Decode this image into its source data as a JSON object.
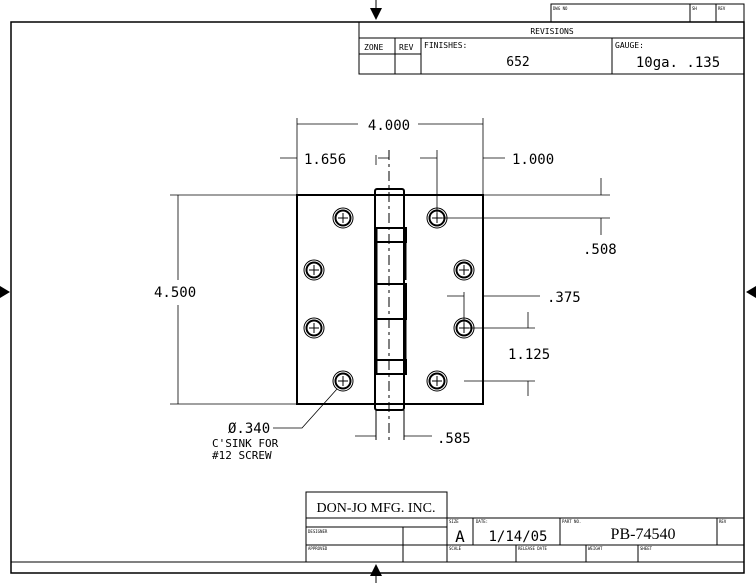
{
  "title_block_top": {
    "dwg_no_label": "DWG NO",
    "sh_label": "SH",
    "rev_label": "REV"
  },
  "revisions": {
    "title": "REVISIONS",
    "zone_label": "ZONE",
    "rev_label": "REV",
    "finishes_label": "FINISHES:",
    "finishes_value": "652",
    "gauge_label": "GAUGE:",
    "gauge_value": "10ga. .135"
  },
  "dimensions": {
    "width": "4.000",
    "left_offset": "1.656",
    "right_offset": "1.000",
    "height": "4.500",
    "top_hole": ".508",
    "edge_hole": ".375",
    "hole_spacing": "1.125",
    "knuckle": ".585"
  },
  "hole_note": {
    "line1": "Ø.340",
    "line2": "C'SINK FOR",
    "line3": "#12 SCREW"
  },
  "title_block": {
    "company": "DON-JO MFG. INC.",
    "designer_label": "DESIGNER",
    "approved_label": "APPROVED",
    "size_label": "SIZE",
    "size_value": "A",
    "date_label": "DATE:",
    "date_value": "1/14/05",
    "part_no_label": "PART NO.",
    "part_no_value": "PB-74540",
    "rev_label": "REV",
    "scale_label": "SCALE",
    "release_date_label": "RELEASE DATE",
    "weight_label": "WEIGHT",
    "sheet_label": "SHEET"
  }
}
